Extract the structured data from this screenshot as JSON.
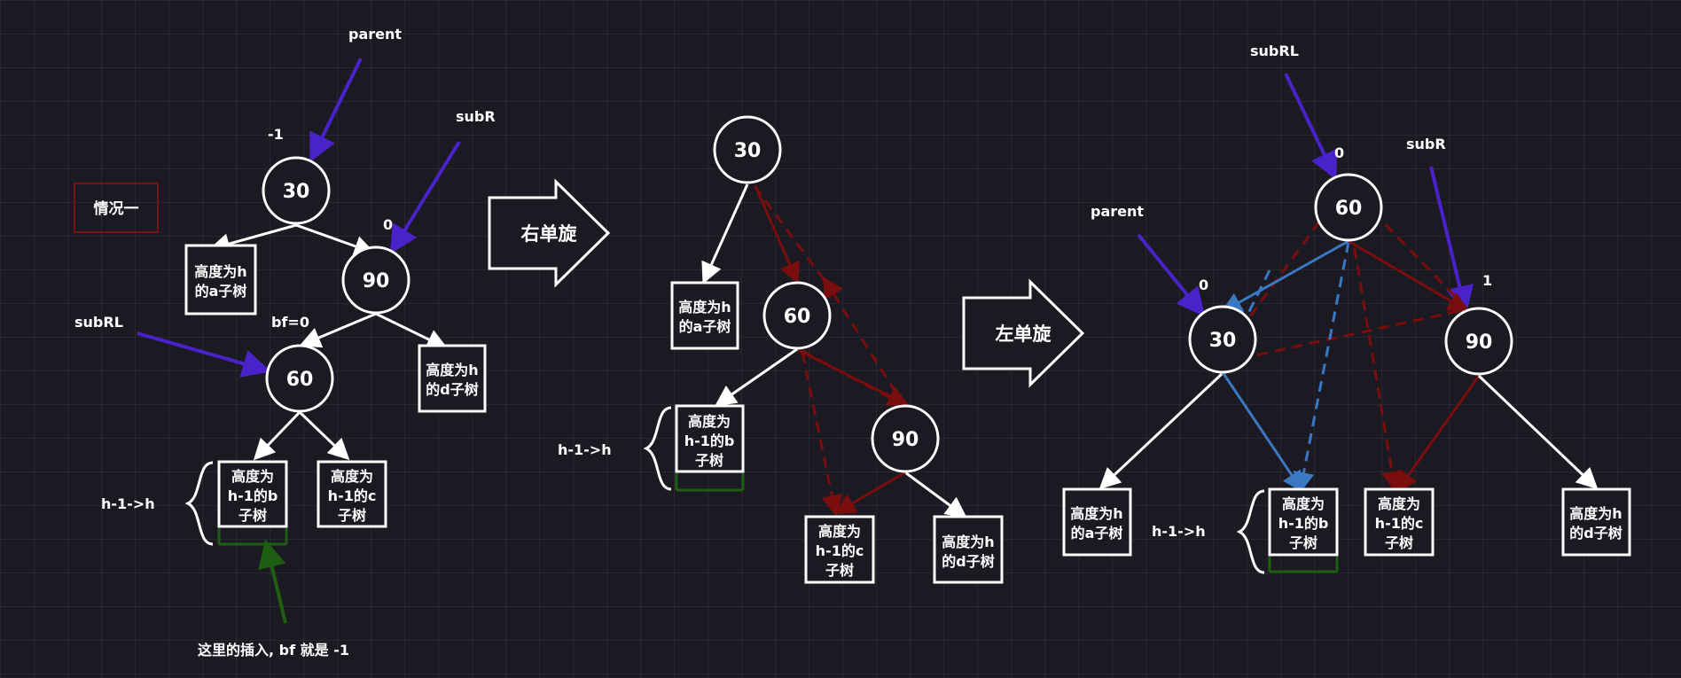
{
  "case_label": "情况一",
  "rotate_right": "右单旋",
  "rotate_left": "左单旋",
  "notes": {
    "insert_here": "这里的插入, bf 就是 -1",
    "height_change": "h-1->h"
  },
  "pointers": {
    "parent": "parent",
    "subR": "subR",
    "subRL": "subRL"
  },
  "balance_factors": {
    "s1_parent": "-1",
    "s1_subR": "0",
    "s1_subRL": "bf=0",
    "s3_subRL": "0",
    "s3_parent": "0",
    "s3_subR": "1"
  },
  "nodes": {
    "n30": "30",
    "n60": "60",
    "n90": "90"
  },
  "subtrees": {
    "a": [
      "高度为h",
      "的a子树"
    ],
    "b": [
      "高度为",
      "h-1的b",
      "子树"
    ],
    "c": [
      "高度为",
      "h-1的c",
      "子树"
    ],
    "d": [
      "高度为h",
      "的d子树"
    ]
  }
}
